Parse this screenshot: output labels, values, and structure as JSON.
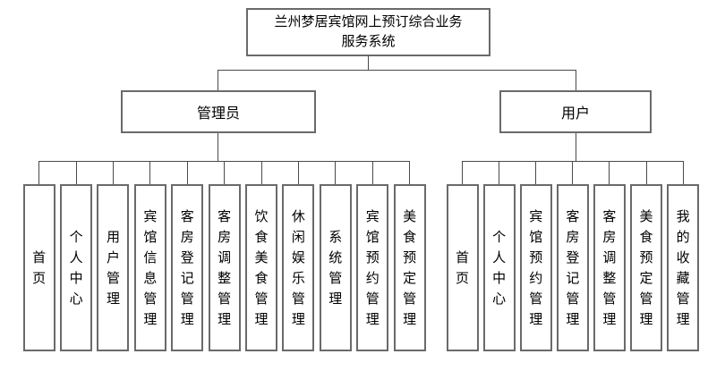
{
  "diagram": {
    "title_lines": [
      "兰州梦居宾馆网上预订综合业务",
      "服务系统"
    ],
    "title_full": "兰州梦居宾馆网上预订综合业务服务系统",
    "branches": [
      {
        "label": "管理员",
        "children": [
          "首页",
          "个人中心",
          "用户管理",
          "宾馆信息管理",
          "客房登记管理",
          "客房调整管理",
          "饮食美食管理",
          "休闲娱乐管理",
          "系统管理",
          "宾馆预约管理",
          "美食预定管理"
        ]
      },
      {
        "label": "用户",
        "children": [
          "首页",
          "个人中心",
          "宾馆预约管理",
          "客房登记管理",
          "客房调整管理",
          "美食预定管理",
          "我的收藏管理"
        ]
      }
    ],
    "colors": {
      "background": "#ffffff",
      "box_border": "#6a6a6a",
      "connector_line": "#4a4a4a",
      "text": "#000000"
    }
  }
}
